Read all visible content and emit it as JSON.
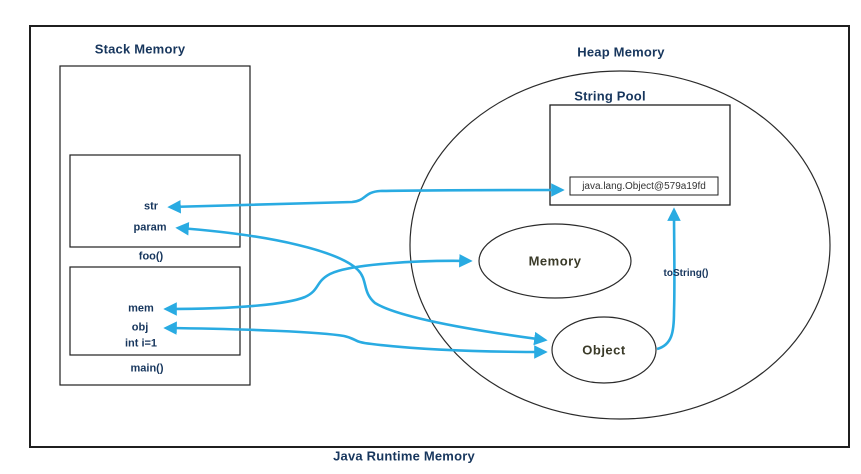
{
  "title": "Java Runtime Memory",
  "stack": {
    "label": "Stack Memory",
    "foo_frame": {
      "var_str": "str",
      "var_param": "param",
      "label": "foo()"
    },
    "main_frame": {
      "var_mem": "mem",
      "var_obj": "obj",
      "var_int": "int i=1",
      "label": "main()"
    }
  },
  "heap": {
    "label": "Heap Memory",
    "string_pool": {
      "label": "String Pool",
      "string_ref": "java.lang.Object@579a19fd"
    },
    "memory_label": "Memory",
    "object_label": "Object",
    "tostring_label": "toString()"
  },
  "edges": [
    {
      "from": "str",
      "to": "string_ref",
      "double_headed": true
    },
    {
      "from": "param",
      "to": "Object",
      "double_headed": true
    },
    {
      "from": "mem",
      "to": "Memory",
      "double_headed": true
    },
    {
      "from": "obj",
      "to": "Object",
      "double_headed": true
    },
    {
      "from": "Object",
      "to": "string_ref",
      "label": "toString()",
      "double_headed": false
    }
  ],
  "colors": {
    "arrow": "#29abe2",
    "label_text": "#17365d",
    "object_text": "#3a3a28",
    "shape_stroke": "#1f1f1f"
  }
}
